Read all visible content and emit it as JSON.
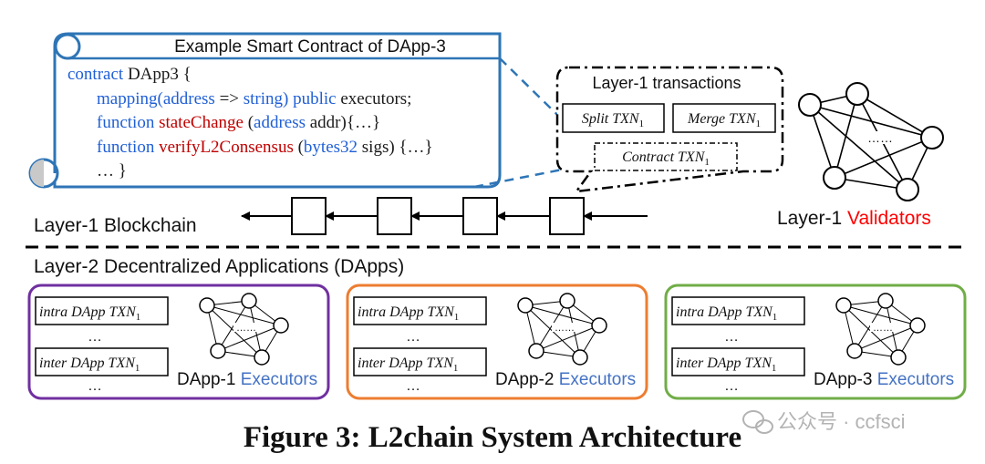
{
  "contract": {
    "title": "Example Smart Contract of DApp-3",
    "lines": [
      [
        {
          "t": "contract ",
          "c": "blue"
        },
        {
          "t": "DApp3 {",
          "c": "black"
        }
      ],
      [
        {
          "t": "mapping(",
          "c": "blue"
        },
        {
          "t": "address",
          "c": "blue"
        },
        {
          "t": " => ",
          "c": "black"
        },
        {
          "t": "string",
          "c": "blue"
        },
        {
          "t": ") ",
          "c": "blue"
        },
        {
          "t": "public ",
          "c": "blue"
        },
        {
          "t": "executors;",
          "c": "black"
        }
      ],
      [
        {
          "t": "function ",
          "c": "blue"
        },
        {
          "t": "stateChange",
          "c": "red"
        },
        {
          "t": " (",
          "c": "black"
        },
        {
          "t": "address",
          "c": "blue"
        },
        {
          "t": " addr){…}",
          "c": "black"
        }
      ],
      [
        {
          "t": "function ",
          "c": "blue"
        },
        {
          "t": "verifyL2Consensus",
          "c": "red"
        },
        {
          "t": " (",
          "c": "black"
        },
        {
          "t": "bytes32",
          "c": "blue"
        },
        {
          "t": " sigs) {…}",
          "c": "black"
        }
      ],
      [
        {
          "t": "… }",
          "c": "black"
        }
      ]
    ]
  },
  "l1tx": {
    "title": "Layer-1 transactions",
    "split": "Split TXN",
    "merge": "Merge TXN",
    "contract": "Contract TXN",
    "subscript": "1"
  },
  "layer1": {
    "blockchain_label": "Layer-1 Blockchain",
    "validators_prefix": "Layer-1 ",
    "validators_word": "Validators",
    "dots": "……"
  },
  "layer2": {
    "label": "Layer-2 Decentralized Applications (DApps)",
    "dapps": [
      {
        "name": "DApp-1",
        "executors": "Executors",
        "color": "#7030a0"
      },
      {
        "name": "DApp-2",
        "executors": "Executors",
        "color": "#ed7d31"
      },
      {
        "name": "DApp-3",
        "executors": "Executors",
        "color": "#70ad47"
      }
    ],
    "intra": "intra DApp TXN",
    "inter": "inter DApp TXN",
    "subscript": "1",
    "ellipsis": "…",
    "net_dots": "……"
  },
  "caption": "Figure 3: L2chain System Architecture",
  "watermark": "公众号 · ccfsci",
  "colors": {
    "blue": "#1f5fd6",
    "red": "#c00000",
    "black": "#1a1a1a",
    "scroll_border": "#2e75b6",
    "validators_red": "#ff0000",
    "executors_blue": "#4472c4"
  }
}
